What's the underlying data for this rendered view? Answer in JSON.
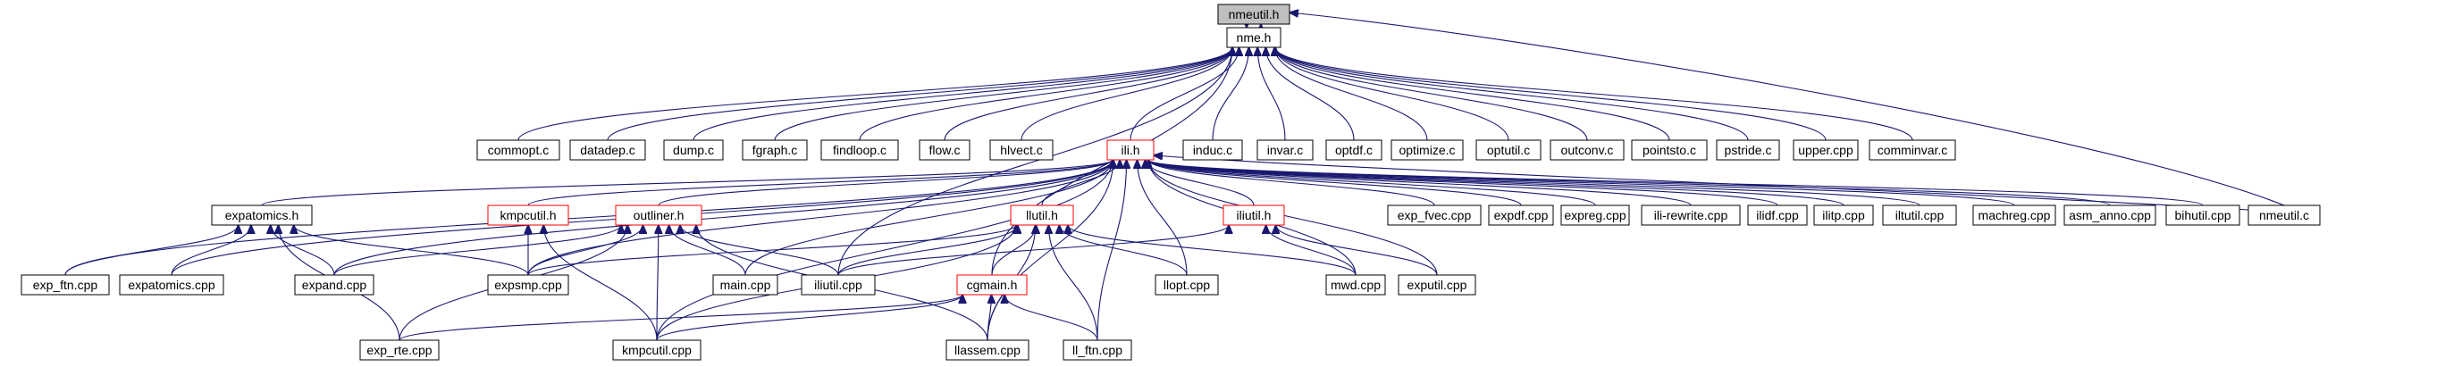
{
  "graph": {
    "nodes": [
      {
        "id": "nmeutil_h",
        "label": "nmeutil.h",
        "style": "root"
      },
      {
        "id": "nme_h",
        "label": "nme.h",
        "style": "normal"
      },
      {
        "id": "commopt_c",
        "label": "commopt.c",
        "style": "normal"
      },
      {
        "id": "datadep_c",
        "label": "datadep.c",
        "style": "normal"
      },
      {
        "id": "dump_c",
        "label": "dump.c",
        "style": "normal"
      },
      {
        "id": "fgraph_c",
        "label": "fgraph.c",
        "style": "normal"
      },
      {
        "id": "findloop_c",
        "label": "findloop.c",
        "style": "normal"
      },
      {
        "id": "flow_c",
        "label": "flow.c",
        "style": "normal"
      },
      {
        "id": "hlvect_c",
        "label": "hlvect.c",
        "style": "normal"
      },
      {
        "id": "ili_h",
        "label": "ili.h",
        "style": "red"
      },
      {
        "id": "induc_c",
        "label": "induc.c",
        "style": "normal"
      },
      {
        "id": "invar_c",
        "label": "invar.c",
        "style": "normal"
      },
      {
        "id": "optdf_c",
        "label": "optdf.c",
        "style": "normal"
      },
      {
        "id": "optimize_c",
        "label": "optimize.c",
        "style": "normal"
      },
      {
        "id": "optutil_c",
        "label": "optutil.c",
        "style": "normal"
      },
      {
        "id": "outconv_c",
        "label": "outconv.c",
        "style": "normal"
      },
      {
        "id": "pointsto_c",
        "label": "pointsto.c",
        "style": "normal"
      },
      {
        "id": "pstride_c",
        "label": "pstride.c",
        "style": "normal"
      },
      {
        "id": "upper_cpp",
        "label": "upper.cpp",
        "style": "normal"
      },
      {
        "id": "comminvar_c",
        "label": "comminvar.c",
        "style": "normal"
      },
      {
        "id": "expatomics_h",
        "label": "expatomics.h",
        "style": "normal"
      },
      {
        "id": "kmpcutil_h",
        "label": "kmpcutil.h",
        "style": "red"
      },
      {
        "id": "outliner_h",
        "label": "outliner.h",
        "style": "red"
      },
      {
        "id": "llutil_h",
        "label": "llutil.h",
        "style": "red"
      },
      {
        "id": "iliutil_h",
        "label": "iliutil.h",
        "style": "red"
      },
      {
        "id": "exp_fvec_cpp",
        "label": "exp_fvec.cpp",
        "style": "normal"
      },
      {
        "id": "expdf_cpp",
        "label": "expdf.cpp",
        "style": "normal"
      },
      {
        "id": "expreg_cpp",
        "label": "expreg.cpp",
        "style": "normal"
      },
      {
        "id": "ili_rewrite_cpp",
        "label": "ili-rewrite.cpp",
        "style": "normal"
      },
      {
        "id": "ilidf_cpp",
        "label": "ilidf.cpp",
        "style": "normal"
      },
      {
        "id": "ilitp_cpp",
        "label": "ilitp.cpp",
        "style": "normal"
      },
      {
        "id": "iltutil_cpp",
        "label": "iltutil.cpp",
        "style": "normal"
      },
      {
        "id": "machreg_cpp",
        "label": "machreg.cpp",
        "style": "normal"
      },
      {
        "id": "asm_anno_cpp",
        "label": "asm_anno.cpp",
        "style": "normal"
      },
      {
        "id": "bihutil_cpp",
        "label": "bihutil.cpp",
        "style": "normal"
      },
      {
        "id": "nmeutil_c",
        "label": "nmeutil.c",
        "style": "normal"
      },
      {
        "id": "exp_ftn_cpp",
        "label": "exp_ftn.cpp",
        "style": "normal"
      },
      {
        "id": "expatomics_cpp",
        "label": "expatomics.cpp",
        "style": "normal"
      },
      {
        "id": "expand_cpp",
        "label": "expand.cpp",
        "style": "normal"
      },
      {
        "id": "expsmp_cpp",
        "label": "expsmp.cpp",
        "style": "normal"
      },
      {
        "id": "main_cpp",
        "label": "main.cpp",
        "style": "normal"
      },
      {
        "id": "iliutil_cpp",
        "label": "iliutil.cpp",
        "style": "normal"
      },
      {
        "id": "cgmain_h",
        "label": "cgmain.h",
        "style": "red"
      },
      {
        "id": "llopt_cpp",
        "label": "llopt.cpp",
        "style": "normal"
      },
      {
        "id": "mwd_cpp",
        "label": "mwd.cpp",
        "style": "normal"
      },
      {
        "id": "exputil_cpp",
        "label": "exputil.cpp",
        "style": "normal"
      },
      {
        "id": "exp_rte_cpp",
        "label": "exp_rte.cpp",
        "style": "normal"
      },
      {
        "id": "kmpcutil_cpp",
        "label": "kmpcutil.cpp",
        "style": "normal"
      },
      {
        "id": "llassem_cpp",
        "label": "llassem.cpp",
        "style": "normal"
      },
      {
        "id": "ll_ftn_cpp",
        "label": "ll_ftn.cpp",
        "style": "normal"
      }
    ],
    "edges": [
      {
        "from": "nmeutil_h",
        "to": "nme_h"
      },
      {
        "from": "nme_h",
        "to": "nmeutil_h"
      },
      {
        "from": "nmeutil_c",
        "to": "nmeutil_h"
      },
      {
        "from": "commopt_c",
        "to": "nme_h"
      },
      {
        "from": "datadep_c",
        "to": "nme_h"
      },
      {
        "from": "dump_c",
        "to": "nme_h"
      },
      {
        "from": "fgraph_c",
        "to": "nme_h"
      },
      {
        "from": "findloop_c",
        "to": "nme_h"
      },
      {
        "from": "flow_c",
        "to": "nme_h"
      },
      {
        "from": "hlvect_c",
        "to": "nme_h"
      },
      {
        "from": "ili_h",
        "to": "nme_h"
      },
      {
        "from": "induc_c",
        "to": "nme_h"
      },
      {
        "from": "invar_c",
        "to": "nme_h"
      },
      {
        "from": "optdf_c",
        "to": "nme_h"
      },
      {
        "from": "optimize_c",
        "to": "nme_h"
      },
      {
        "from": "optutil_c",
        "to": "nme_h"
      },
      {
        "from": "outconv_c",
        "to": "nme_h"
      },
      {
        "from": "pointsto_c",
        "to": "nme_h"
      },
      {
        "from": "pstride_c",
        "to": "nme_h"
      },
      {
        "from": "upper_cpp",
        "to": "nme_h"
      },
      {
        "from": "comminvar_c",
        "to": "nme_h"
      },
      {
        "from": "iliutil_cpp",
        "to": "nme_h"
      },
      {
        "from": "cgmain_h",
        "to": "nme_h"
      },
      {
        "from": "expatomics_h",
        "to": "ili_h"
      },
      {
        "from": "kmpcutil_h",
        "to": "ili_h"
      },
      {
        "from": "outliner_h",
        "to": "ili_h"
      },
      {
        "from": "llutil_h",
        "to": "ili_h"
      },
      {
        "from": "iliutil_h",
        "to": "ili_h"
      },
      {
        "from": "exp_fvec_cpp",
        "to": "ili_h"
      },
      {
        "from": "expdf_cpp",
        "to": "ili_h"
      },
      {
        "from": "expreg_cpp",
        "to": "ili_h"
      },
      {
        "from": "ili_rewrite_cpp",
        "to": "ili_h"
      },
      {
        "from": "ilidf_cpp",
        "to": "ili_h"
      },
      {
        "from": "ilitp_cpp",
        "to": "ili_h"
      },
      {
        "from": "iltutil_cpp",
        "to": "ili_h"
      },
      {
        "from": "machreg_cpp",
        "to": "ili_h"
      },
      {
        "from": "asm_anno_cpp",
        "to": "ili_h"
      },
      {
        "from": "bihutil_cpp",
        "to": "ili_h"
      },
      {
        "from": "nmeutil_c",
        "to": "ili_h"
      },
      {
        "from": "exp_ftn_cpp",
        "to": "ili_h"
      },
      {
        "from": "expatomics_cpp",
        "to": "ili_h"
      },
      {
        "from": "expand_cpp",
        "to": "ili_h"
      },
      {
        "from": "expsmp_cpp",
        "to": "ili_h"
      },
      {
        "from": "main_cpp",
        "to": "ili_h"
      },
      {
        "from": "llopt_cpp",
        "to": "ili_h"
      },
      {
        "from": "mwd_cpp",
        "to": "ili_h"
      },
      {
        "from": "exputil_cpp",
        "to": "ili_h"
      },
      {
        "from": "kmpcutil_cpp",
        "to": "ili_h"
      },
      {
        "from": "llassem_cpp",
        "to": "ili_h"
      },
      {
        "from": "ll_ftn_cpp",
        "to": "ili_h"
      },
      {
        "from": "exp_ftn_cpp",
        "to": "expatomics_h"
      },
      {
        "from": "expatomics_cpp",
        "to": "expatomics_h"
      },
      {
        "from": "expand_cpp",
        "to": "expatomics_h"
      },
      {
        "from": "expsmp_cpp",
        "to": "expatomics_h"
      },
      {
        "from": "exp_rte_cpp",
        "to": "expatomics_h"
      },
      {
        "from": "expsmp_cpp",
        "to": "kmpcutil_h"
      },
      {
        "from": "kmpcutil_cpp",
        "to": "kmpcutil_h"
      },
      {
        "from": "expand_cpp",
        "to": "outliner_h"
      },
      {
        "from": "expsmp_cpp",
        "to": "outliner_h"
      },
      {
        "from": "main_cpp",
        "to": "outliner_h"
      },
      {
        "from": "iliutil_cpp",
        "to": "outliner_h"
      },
      {
        "from": "exp_rte_cpp",
        "to": "outliner_h"
      },
      {
        "from": "kmpcutil_cpp",
        "to": "outliner_h"
      },
      {
        "from": "llassem_cpp",
        "to": "outliner_h"
      },
      {
        "from": "iliutil_cpp",
        "to": "llutil_h"
      },
      {
        "from": "expsmp_cpp",
        "to": "llutil_h"
      },
      {
        "from": "cgmain_h",
        "to": "llutil_h"
      },
      {
        "from": "llopt_cpp",
        "to": "llutil_h"
      },
      {
        "from": "mwd_cpp",
        "to": "llutil_h"
      },
      {
        "from": "kmpcutil_cpp",
        "to": "llutil_h"
      },
      {
        "from": "llassem_cpp",
        "to": "llutil_h"
      },
      {
        "from": "ll_ftn_cpp",
        "to": "llutil_h"
      },
      {
        "from": "iliutil_cpp",
        "to": "iliutil_h"
      },
      {
        "from": "mwd_cpp",
        "to": "iliutil_h"
      },
      {
        "from": "exputil_cpp",
        "to": "iliutil_h"
      },
      {
        "from": "exp_rte_cpp",
        "to": "cgmain_h"
      },
      {
        "from": "kmpcutil_cpp",
        "to": "cgmain_h"
      },
      {
        "from": "llassem_cpp",
        "to": "cgmain_h"
      },
      {
        "from": "ll_ftn_cpp",
        "to": "cgmain_h"
      }
    ]
  }
}
